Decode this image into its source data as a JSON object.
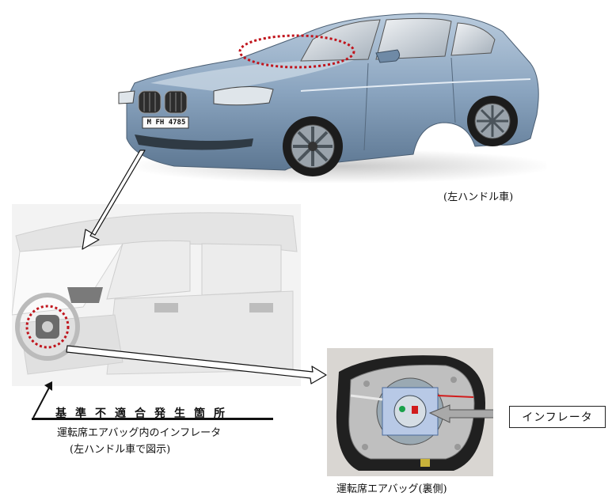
{
  "car_caption": "(左ハンドル車)",
  "license_plate": "M FH 4785",
  "defect": {
    "heading": "基準不適合発生箇所",
    "description": "運転席エアバッグ内のインフレータ",
    "note": "(左ハンドル車で図示)"
  },
  "photo_caption": "運転席エアバッグ(裏側)",
  "inflator_label": "インフレータ",
  "colors": {
    "car_body": "#8aa4bf",
    "highlight_circle": "#c0141c",
    "callout_arrow": "#a9a9a9"
  }
}
